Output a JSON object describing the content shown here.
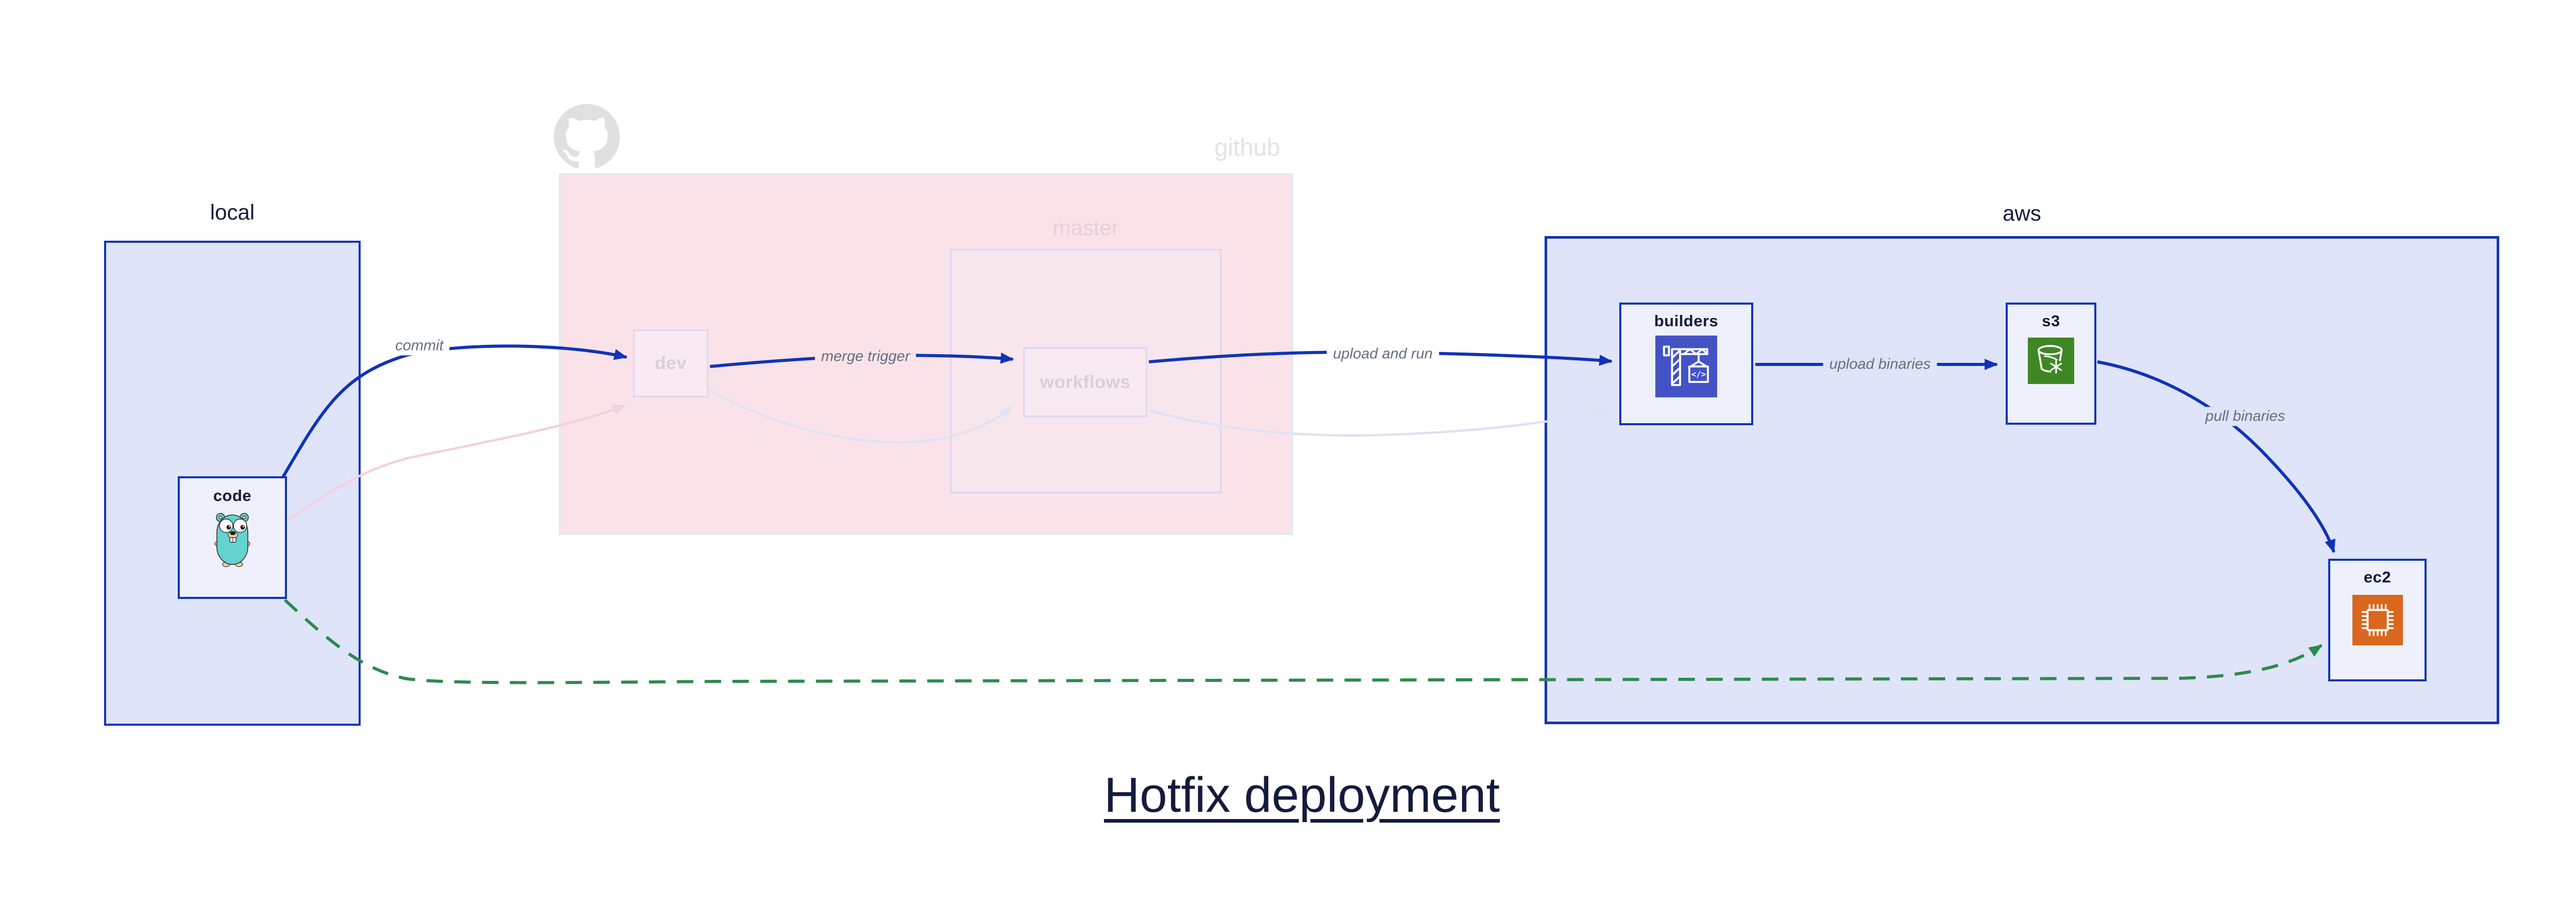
{
  "diagram": {
    "title": "Hotfix deployment",
    "clusters": {
      "local": {
        "label": "local"
      },
      "github": {
        "label": "github",
        "logo_icon": "github-octocat"
      },
      "master": {
        "label": "master"
      },
      "aws": {
        "label": "aws"
      }
    },
    "nodes": {
      "code": {
        "label": "code",
        "icon": "go-gopher"
      },
      "dev": {
        "label": "dev"
      },
      "workflows": {
        "label": "workflows"
      },
      "builders": {
        "label": "builders",
        "icon": "aws-codebuild-crane"
      },
      "s3": {
        "label": "s3",
        "icon": "aws-s3-bucket-snowflake"
      },
      "ec2": {
        "label": "ec2",
        "icon": "aws-ec2-chip"
      }
    },
    "edges": [
      {
        "id": "commit",
        "label": "commit",
        "from": "code",
        "to": "dev",
        "style": "solid-blue"
      },
      {
        "id": "merge-trigger",
        "label": "merge trigger",
        "from": "dev",
        "to": "workflows",
        "style": "solid-blue"
      },
      {
        "id": "upload-and-run",
        "label": "upload and run",
        "from": "workflows",
        "to": "builders",
        "style": "solid-blue"
      },
      {
        "id": "upload-binaries",
        "label": "upload binaries",
        "from": "builders",
        "to": "s3",
        "style": "solid-blue"
      },
      {
        "id": "pull-binaries",
        "label": "pull binaries",
        "from": "s3",
        "to": "ec2",
        "style": "solid-blue"
      },
      {
        "id": "hotfix-path",
        "label": "",
        "from": "code",
        "to": "ec2",
        "style": "dashed-green"
      },
      {
        "id": "faded-commit",
        "label": "",
        "from": "code",
        "to": "dev",
        "style": "faded-pink"
      },
      {
        "id": "faded-merge",
        "label": "",
        "from": "dev",
        "to": "workflows",
        "style": "faded-lavender"
      },
      {
        "id": "faded-upload",
        "label": "",
        "from": "workflows",
        "to": "builders",
        "style": "faded-lavender"
      }
    ],
    "colors": {
      "accent_blue": "#1233b5",
      "edge_blue": "#1133b8",
      "edge_green": "#2d8a4e",
      "edge_faded_pink": "#f4d0db",
      "edge_faded_lavender": "#dfe2f3",
      "cluster_blue_fill": "#dfe4f9",
      "cluster_pink_fill": "#f9e3e9",
      "cluster_pink_border": "#e2e6f4",
      "master_fill": "#f8e6ed",
      "master_border": "#dcd5ec",
      "node_fill": "#eef1fb",
      "faded_node_fill": "#f9e9f0",
      "faded_node_border": "#ded8ee",
      "faded_node_label": "#d7cfdd",
      "github_label": "#e3e3e3",
      "master_label": "#e7ced9",
      "edge_label_gray": "#646f7e",
      "navy_text": "#131b3d",
      "octocat_gray": "#e0e0e0",
      "gopher_teal": "#64d2cf",
      "codebuild_indigo": "#4353c6",
      "s3_green": "#3f8624",
      "ec2_orange": "#d9671e"
    }
  }
}
